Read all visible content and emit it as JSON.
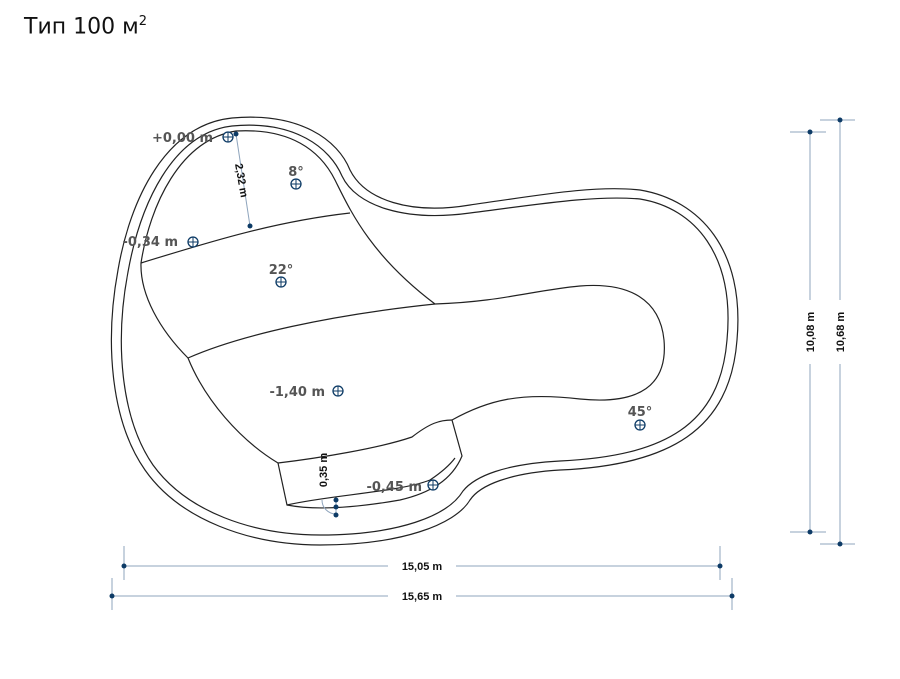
{
  "title": {
    "text": "Тип 100 м",
    "sup": "2"
  },
  "colors": {
    "outline": "#222222",
    "dimension_line": "#8fa5bd",
    "marker": "#0d3b66",
    "label": "#555555"
  },
  "dimensions": {
    "inner_width": "15,05 m",
    "outer_width": "15,65 m",
    "inner_height": "10,08 m",
    "outer_height": "10,68 m",
    "shallow_length": "2,32 m",
    "step_depth": "0,35 m"
  },
  "depth_marks": [
    "+0,00 m",
    "-0,34 m",
    "-1,40 m",
    "-0,45 m"
  ],
  "slopes": [
    "8°",
    "22°",
    "45°"
  ]
}
